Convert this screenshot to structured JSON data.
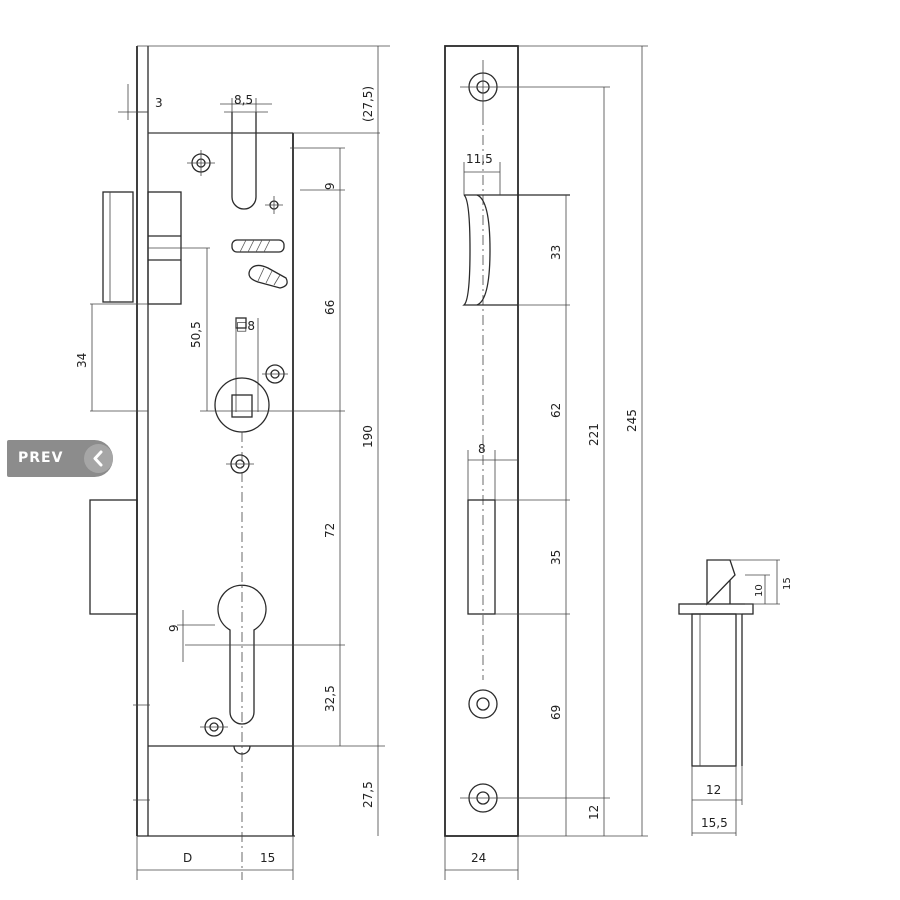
{
  "nav": {
    "prev_label": "PREV",
    "prev_icon": "chevron-left-icon"
  },
  "dimensions": {
    "front_view": {
      "d3": "3",
      "d8_5": "8,5",
      "d27_5_top": "(27,5)",
      "d9_upper": "9",
      "d66": "66",
      "d190": "190",
      "d50_5": "50,5",
      "d34": "34",
      "sq8": "□8",
      "d72": "72",
      "d9_lower": "9",
      "d32_5": "32,5",
      "d27_5_bottom": "27,5",
      "dD": "D",
      "d15": "15"
    },
    "side_view": {
      "d11_5": "11,5",
      "d33": "33",
      "d62": "62",
      "d221": "221",
      "d245": "245",
      "d8": "8",
      "d35": "35",
      "d69": "69",
      "d12": "12",
      "d24": "24"
    },
    "latch_view": {
      "d10": "10",
      "d15": "15",
      "d12": "12",
      "d15_5": "15,5"
    }
  }
}
